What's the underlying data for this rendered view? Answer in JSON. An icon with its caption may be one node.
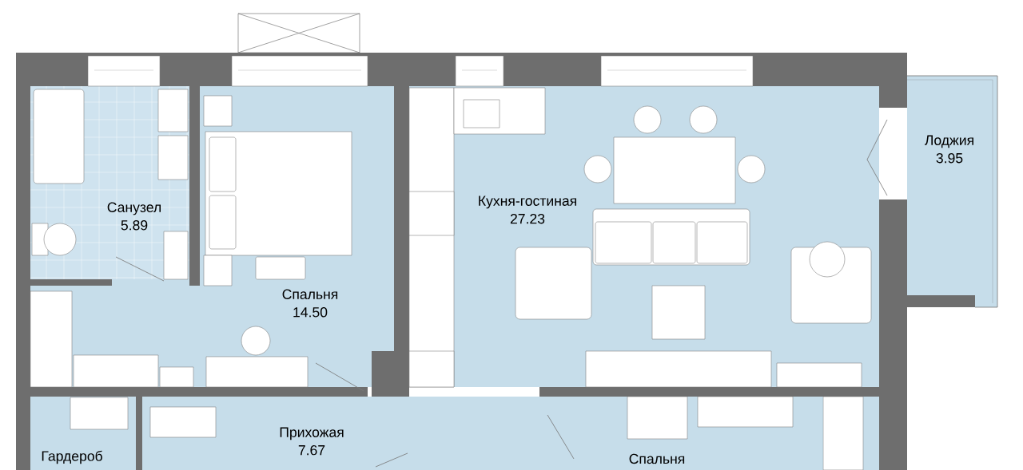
{
  "diagram": {
    "nodes": [
      {
        "text": [
          "Санузел",
          "5.89"
        ]
      },
      {
        "text": [
          "Спальня",
          "14.50"
        ]
      },
      {
        "text": [
          "Кухня-гостиная",
          "27.23"
        ]
      },
      {
        "text": [
          "Лоджия",
          "3.95"
        ]
      },
      {
        "text": [
          "Прихожая",
          "7.67"
        ]
      },
      {
        "text": [
          "Гардероб"
        ]
      },
      {
        "text": [
          "Спальня"
        ]
      }
    ]
  }
}
